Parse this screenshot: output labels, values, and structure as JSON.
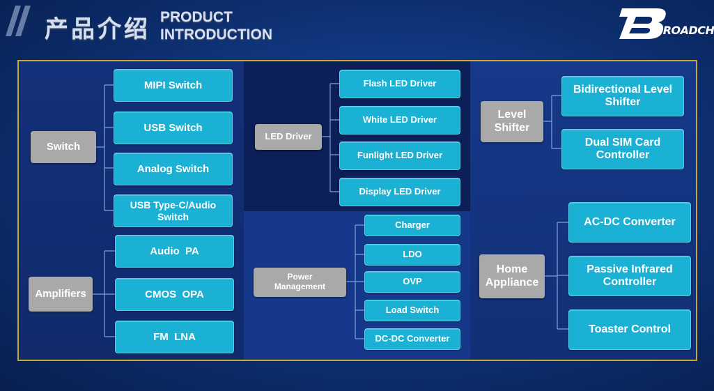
{
  "header": {
    "title_cn": "产品介绍",
    "title_en_line1": "PRODUCT",
    "title_en_line2": "INTRODUCTION",
    "brand": "BROADCHIP"
  },
  "groups": {
    "switch": {
      "label": "Switch",
      "items": [
        "MIPI Switch",
        "USB Switch",
        "Analog Switch",
        "USB Type-C/Audio Switch"
      ]
    },
    "amplifiers": {
      "label": "Amplifiers",
      "items": [
        "Audio  PA",
        "CMOS  OPA",
        "FM  LNA"
      ]
    },
    "led_driver": {
      "label": "LED Driver",
      "items": [
        "Flash LED Driver",
        "White LED Driver",
        "Funlight LED Driver",
        "Display LED Driver"
      ]
    },
    "power_management": {
      "label_line1": "Power",
      "label_line2": "Management",
      "items": [
        "Charger",
        "LDO",
        "OVP",
        "Load Switch",
        "DC-DC Converter"
      ]
    },
    "level_shifter": {
      "label": "Level Shifter",
      "items_line1": [
        "Bidirectional Level",
        "Dual SIM Card Controller"
      ],
      "item0_line2": "Shifter"
    },
    "home_appliance": {
      "label_line1": "Home",
      "label_line2": "Appliance",
      "items_line1": [
        "AC-DC Converter",
        "Passive Infrared",
        "Toaster Control"
      ],
      "item1_line2": "Controller"
    }
  },
  "colors": {
    "item_box": "#1ab1d5",
    "category_box": "#a9a9a9",
    "frame_border": "#c9a531",
    "connector": "#7ea3d6"
  }
}
